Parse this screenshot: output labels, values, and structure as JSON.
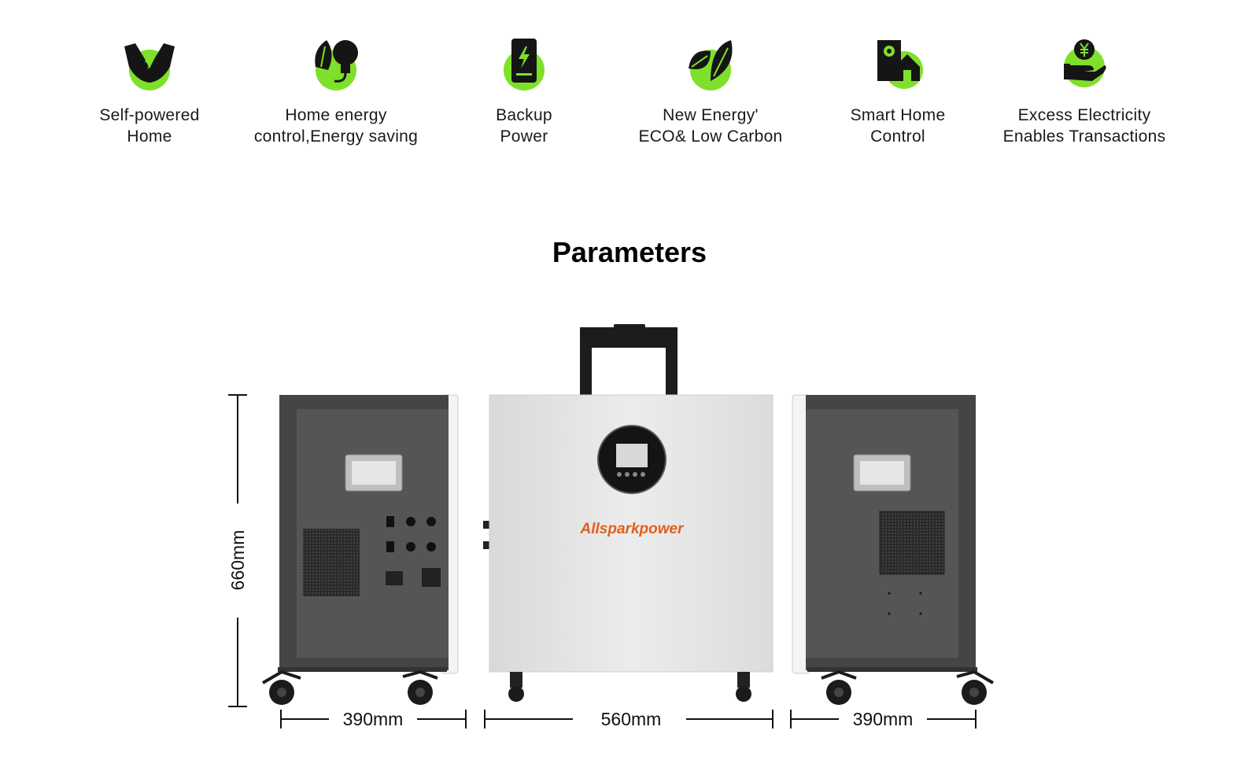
{
  "features": [
    {
      "icon": "hands-energy-icon",
      "line1": "Self-powered",
      "line2": "Home"
    },
    {
      "icon": "leaf-bulb-icon",
      "line1": "Home energy",
      "line2": "control,Energy saving"
    },
    {
      "icon": "battery-phone-icon",
      "line1": "Backup",
      "line2": "Power"
    },
    {
      "icon": "leaves-icon",
      "line1": "New Energy'",
      "line2": "ECO& Low Carbon"
    },
    {
      "icon": "smart-home-icon",
      "line1": "Smart Home",
      "line2": "Control"
    },
    {
      "icon": "yen-hand-icon",
      "line1": "Excess Electricity",
      "line2": "Enables Transactions"
    }
  ],
  "section": {
    "title": "Parameters"
  },
  "product": {
    "brand": "Allsparkpower",
    "dimensions": {
      "height": "660mm",
      "left_width": "390mm",
      "front_width": "560mm",
      "right_width": "390mm"
    }
  },
  "colors": {
    "accent": "#7ee02a",
    "dark": "#111111",
    "panel": "#4a4a4a",
    "front": "#e4e4e4"
  }
}
